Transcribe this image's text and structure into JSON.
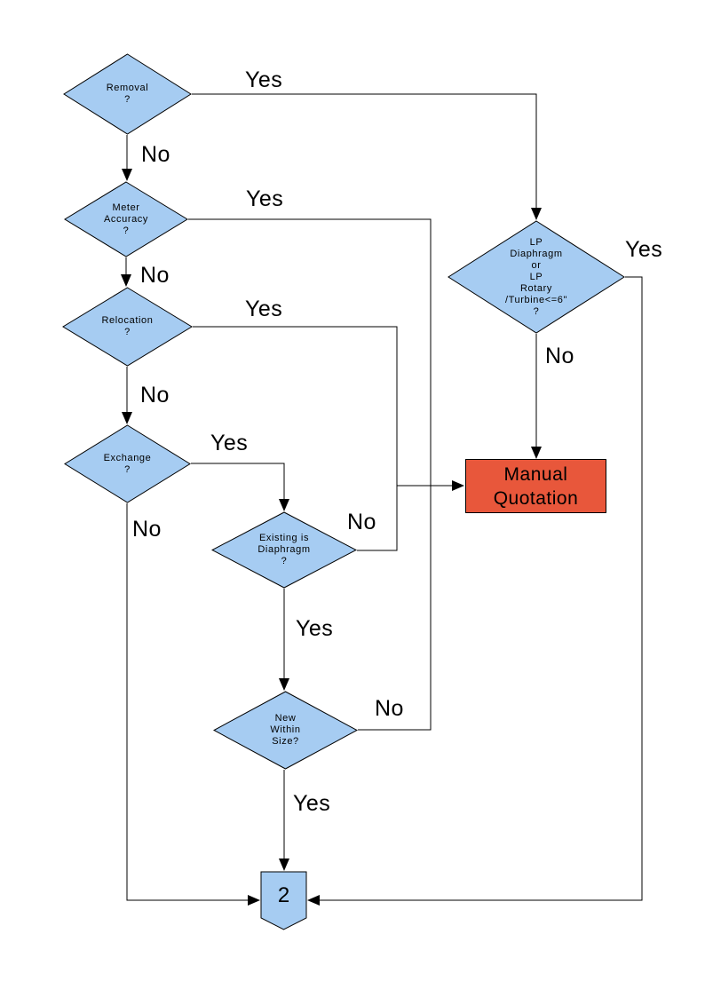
{
  "diagram": {
    "kind": "flowchart",
    "colors": {
      "decision_fill": "#a6ccf2",
      "process_fill": "#e8573b",
      "shape_border": "#000000",
      "line": "#000000",
      "text": "#000000",
      "background": "#ffffff"
    },
    "nodes": {
      "removal": {
        "type": "decision",
        "lines": [
          "Removal",
          "?"
        ]
      },
      "meter_accuracy": {
        "type": "decision",
        "lines": [
          "Meter",
          "Accuracy",
          "?"
        ]
      },
      "relocation": {
        "type": "decision",
        "lines": [
          "Relocation",
          "?"
        ]
      },
      "exchange": {
        "type": "decision",
        "lines": [
          "Exchange",
          "?"
        ]
      },
      "existing_diaphragm": {
        "type": "decision",
        "lines": [
          "Existing is",
          "Diaphragm",
          "?"
        ]
      },
      "new_within_size": {
        "type": "decision",
        "lines": [
          "New",
          "Within",
          "Size?"
        ]
      },
      "lp_meter": {
        "type": "decision",
        "lines": [
          "LP",
          "Diaphragm",
          "or",
          "LP",
          "Rotary",
          "/Turbine<=6\"",
          "?"
        ]
      },
      "manual_quotation": {
        "type": "process",
        "lines": [
          "Manual",
          "Quotation"
        ]
      },
      "page_connector": {
        "type": "off-page-connector",
        "label": "2"
      }
    },
    "edge_labels": {
      "removal_yes": "Yes",
      "removal_no": "No",
      "meter_yes": "Yes",
      "meter_no": "No",
      "relocation_yes": "Yes",
      "relocation_no": "No",
      "exchange_yes": "Yes",
      "exchange_no": "No",
      "existing_no": "No",
      "existing_yes": "Yes",
      "newsize_no": "No",
      "newsize_yes": "Yes",
      "lp_yes": "Yes",
      "lp_no": "No"
    }
  }
}
